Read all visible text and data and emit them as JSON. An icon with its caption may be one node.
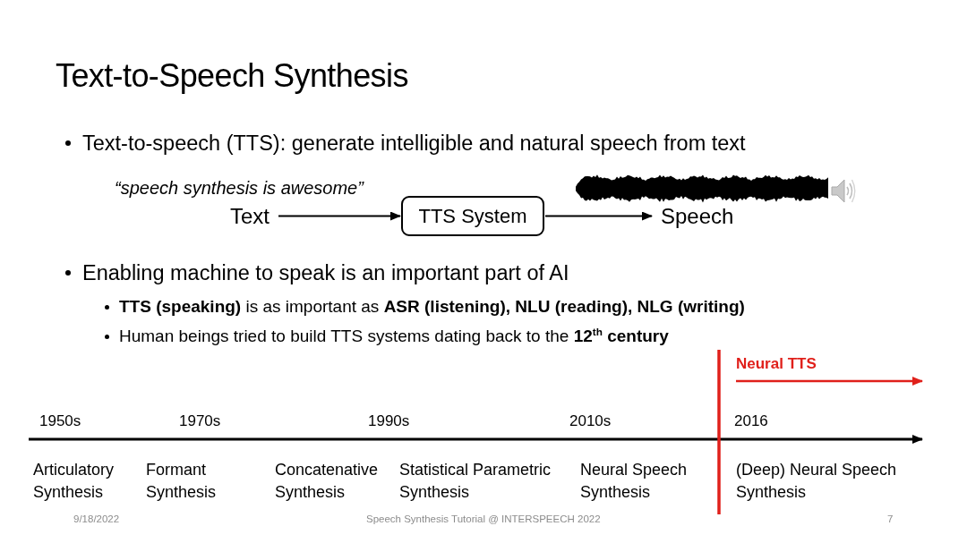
{
  "diagram": {
    "title": "Text-to-Speech Synthesis",
    "nodes": [
      {
        "text": [
          "Text"
        ],
        "beside": [
          "“speech synthesis is awesome”"
        ]
      },
      {
        "text": [
          "TTS System"
        ]
      },
      {
        "text": [
          "Speech"
        ]
      }
    ],
    "edges": [
      {
        "from": 0,
        "to": 1,
        "arrow": "to"
      },
      {
        "from": 1,
        "to": 2,
        "arrow": "to"
      }
    ],
    "labels": [
      "Text-to-speech (TTS): generate intelligible and natural speech from text",
      "Enabling machine to speak is an important part of AI",
      "**TTS (speaking)** is as important as **ASR (listening), NLU (reading), NLG (writing)**",
      "Human beings tried to build TTS systems dating back to the **12$^{th}$ century**",
      "Neural TTS",
      "1950s",
      "1970s",
      "1990s",
      "2010s",
      "2016",
      "Articulatory Synthesis",
      "Formant Synthesis",
      "Concatenative Synthesis",
      "Statistical Parametric Synthesis",
      "Neural Speech Synthesis",
      "(Deep) Neural Speech Synthesis",
      "9/18/2022",
      "Speech Synthesis Tutorial @ INTERSPEECH 2022",
      "7"
    ]
  }
}
